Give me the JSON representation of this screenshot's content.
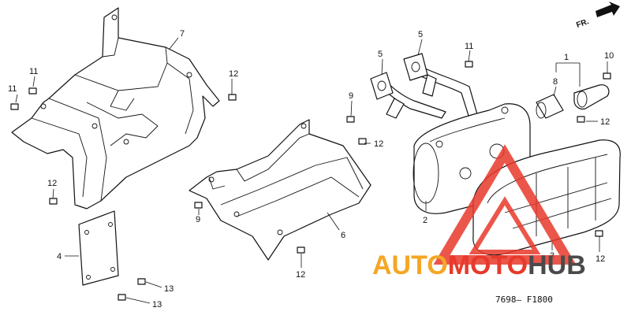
{
  "diagram": {
    "callouts": [
      "1",
      "2",
      "3",
      "4",
      "5",
      "5",
      "6",
      "7",
      "8",
      "9",
      "9",
      "10",
      "11",
      "11",
      "11",
      "12",
      "12",
      "12",
      "12",
      "12",
      "12",
      "12",
      "13",
      "13"
    ],
    "direction_label": "FR.",
    "drawing_code": "7698— F1800"
  },
  "watermark": {
    "part1": "AUTO",
    "part2": "MOTO",
    "part3": "HUB",
    "colors": {
      "orange": "#f5a623",
      "red": "#e8392b",
      "gray": "#4a4a4a"
    }
  }
}
